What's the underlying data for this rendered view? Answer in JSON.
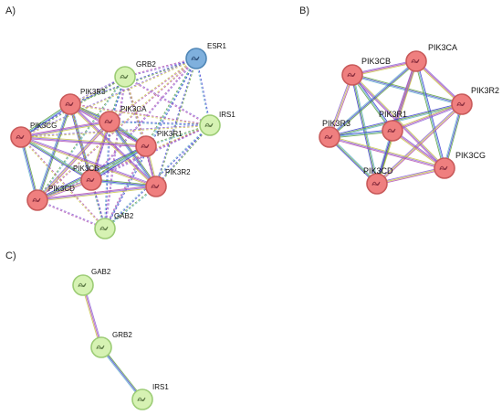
{
  "panels": [
    {
      "label": "A)",
      "nodes": [
        {
          "id": "ESR1",
          "label": "ESR1",
          "kind": "blue"
        },
        {
          "id": "GRB2",
          "label": "GRB2",
          "kind": "green"
        },
        {
          "id": "PIK3R3",
          "label": "PIK3R3",
          "kind": "red"
        },
        {
          "id": "PIK3CA",
          "label": "PIK3CA",
          "kind": "red"
        },
        {
          "id": "IRS1",
          "label": "IRS1",
          "kind": "green"
        },
        {
          "id": "PIK3CG",
          "label": "PIK3CG",
          "kind": "red"
        },
        {
          "id": "PIK3R1",
          "label": "PIK3R1",
          "kind": "red"
        },
        {
          "id": "PIK3CB",
          "label": "PIK3CB",
          "kind": "red"
        },
        {
          "id": "PIK3R2",
          "label": "PIK3R2",
          "kind": "red"
        },
        {
          "id": "PIK3CD",
          "label": "PIK3CD",
          "kind": "red"
        },
        {
          "id": "GAB2",
          "label": "GAB2",
          "kind": "green"
        }
      ]
    },
    {
      "label": "B)",
      "nodes": [
        {
          "id": "PIK3CB",
          "label": "PIK3CB",
          "kind": "red"
        },
        {
          "id": "PIK3CA",
          "label": "PIK3CA",
          "kind": "red"
        },
        {
          "id": "PIK3R2",
          "label": "PIK3R2",
          "kind": "red"
        },
        {
          "id": "PIK3R3",
          "label": "PIK3R3",
          "kind": "red"
        },
        {
          "id": "PIK3R1",
          "label": "PIK3R1",
          "kind": "red"
        },
        {
          "id": "PIK3CG",
          "label": "PIK3CG",
          "kind": "red"
        },
        {
          "id": "PIK3CD",
          "label": "PIK3CD",
          "kind": "red"
        }
      ]
    },
    {
      "label": "C)",
      "nodes": [
        {
          "id": "GAB2",
          "label": "GAB2",
          "kind": "green"
        },
        {
          "id": "GRB2",
          "label": "GRB2",
          "kind": "green"
        },
        {
          "id": "IRS1",
          "label": "IRS1",
          "kind": "green"
        }
      ]
    }
  ],
  "colors": {
    "red_fill": "#ef7f7f",
    "red_stroke": "#c85a5a",
    "green_fill": "#d6f2b3",
    "green_stroke": "#9ccc75",
    "blue_fill": "#7fb0dd",
    "blue_stroke": "#4f86b6",
    "edge_palette": [
      "#8a5fd6",
      "#5a9e3c",
      "#b24fb0",
      "#3a3ad0",
      "#c7c341",
      "#62b0c9"
    ]
  }
}
